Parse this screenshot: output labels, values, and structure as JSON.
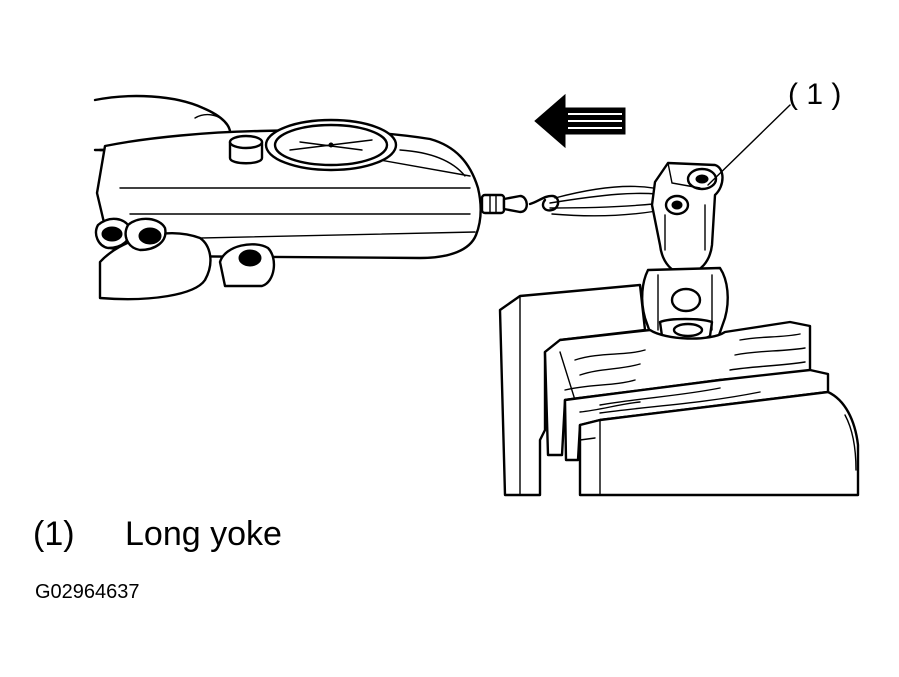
{
  "callout": "( 1 )",
  "legend": {
    "number": "(1)",
    "label": "Long yoke"
  },
  "figure_code": "G02964637",
  "colors": {
    "line": "#000000",
    "background": "#ffffff"
  }
}
